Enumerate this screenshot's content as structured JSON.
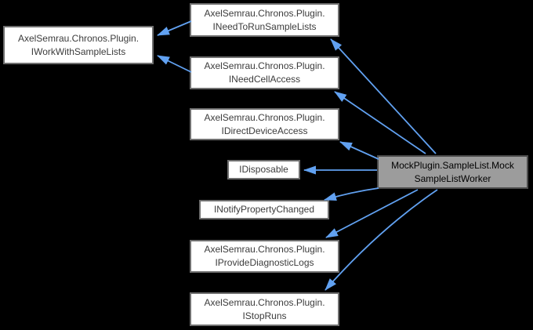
{
  "diagram_type": "class-inheritance-graph",
  "colors": {
    "background": "#000000",
    "node_fill": "#ffffff",
    "node_border": "#6f6f6f",
    "node_text": "#3c3c3c",
    "selected_fill": "#9c9c9c",
    "selected_border": "#4c4c4c",
    "selected_text": "#000000",
    "arrow": "#61a1f1"
  },
  "nodes": {
    "iwork": {
      "line1": "AxelSemrau.Chronos.Plugin.",
      "line2": "IWorkWithSampleLists"
    },
    "ineedtorun": {
      "line1": "AxelSemrau.Chronos.Plugin.",
      "line2": "INeedToRunSampleLists"
    },
    "ineedcell": {
      "line1": "AxelSemrau.Chronos.Plugin.",
      "line2": "INeedCellAccess"
    },
    "idirect": {
      "line1": "AxelSemrau.Chronos.Plugin.",
      "line2": "IDirectDeviceAccess"
    },
    "idisposable": {
      "line1": "IDisposable"
    },
    "inotify": {
      "line1": "INotifyPropertyChanged"
    },
    "iprovide": {
      "line1": "AxelSemrau.Chronos.Plugin.",
      "line2": "IProvideDiagnosticLogs"
    },
    "istop": {
      "line1": "AxelSemrau.Chronos.Plugin.",
      "line2": "IStopRuns"
    },
    "worker": {
      "line1": "MockPlugin.SampleList.Mock",
      "line2": "SampleListWorker"
    }
  },
  "edges": [
    {
      "from": "ineedtorun",
      "to": "iwork",
      "relation": "inherits"
    },
    {
      "from": "ineedcell",
      "to": "iwork",
      "relation": "inherits"
    },
    {
      "from": "worker",
      "to": "ineedtorun",
      "relation": "implements"
    },
    {
      "from": "worker",
      "to": "ineedcell",
      "relation": "implements"
    },
    {
      "from": "worker",
      "to": "idirect",
      "relation": "implements"
    },
    {
      "from": "worker",
      "to": "idisposable",
      "relation": "implements"
    },
    {
      "from": "worker",
      "to": "inotify",
      "relation": "implements"
    },
    {
      "from": "worker",
      "to": "iprovide",
      "relation": "implements"
    },
    {
      "from": "worker",
      "to": "istop",
      "relation": "implements"
    }
  ]
}
